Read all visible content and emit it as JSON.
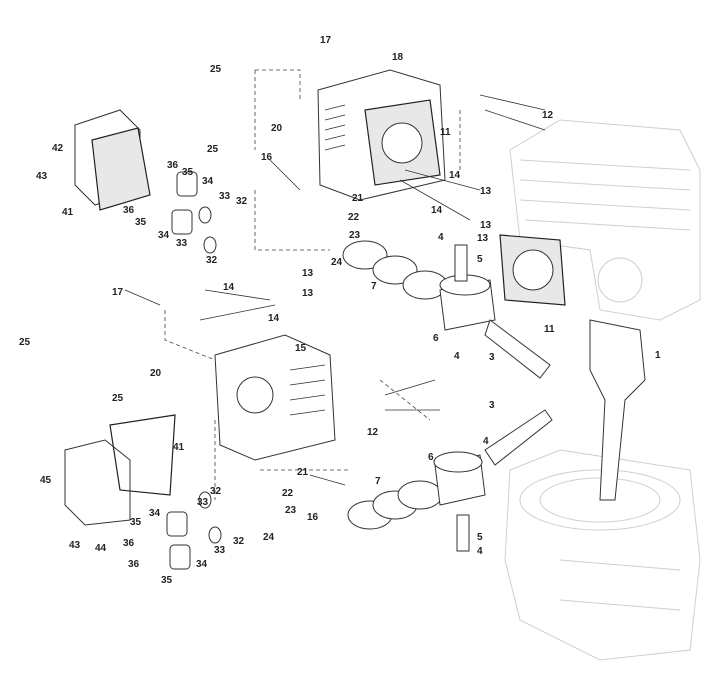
{
  "diagram": {
    "type": "exploded-parts-view",
    "callouts": [
      "17",
      "18",
      "25",
      "20",
      "11",
      "12",
      "42",
      "43",
      "41",
      "36",
      "35",
      "34",
      "16",
      "36",
      "35",
      "33",
      "32",
      "25",
      "34",
      "33",
      "32",
      "21",
      "22",
      "23",
      "24",
      "14",
      "14",
      "13",
      "13",
      "13",
      "4",
      "5",
      "7",
      "6",
      "4",
      "11",
      "1",
      "17",
      "14",
      "13",
      "13",
      "14",
      "15",
      "25",
      "20",
      "25",
      "3",
      "3",
      "12",
      "41",
      "45",
      "21",
      "22",
      "23",
      "24",
      "16",
      "7",
      "6",
      "4",
      "5",
      "4",
      "32",
      "33",
      "34",
      "35",
      "32",
      "33",
      "36",
      "44",
      "43",
      "34",
      "36",
      "35"
    ]
  }
}
